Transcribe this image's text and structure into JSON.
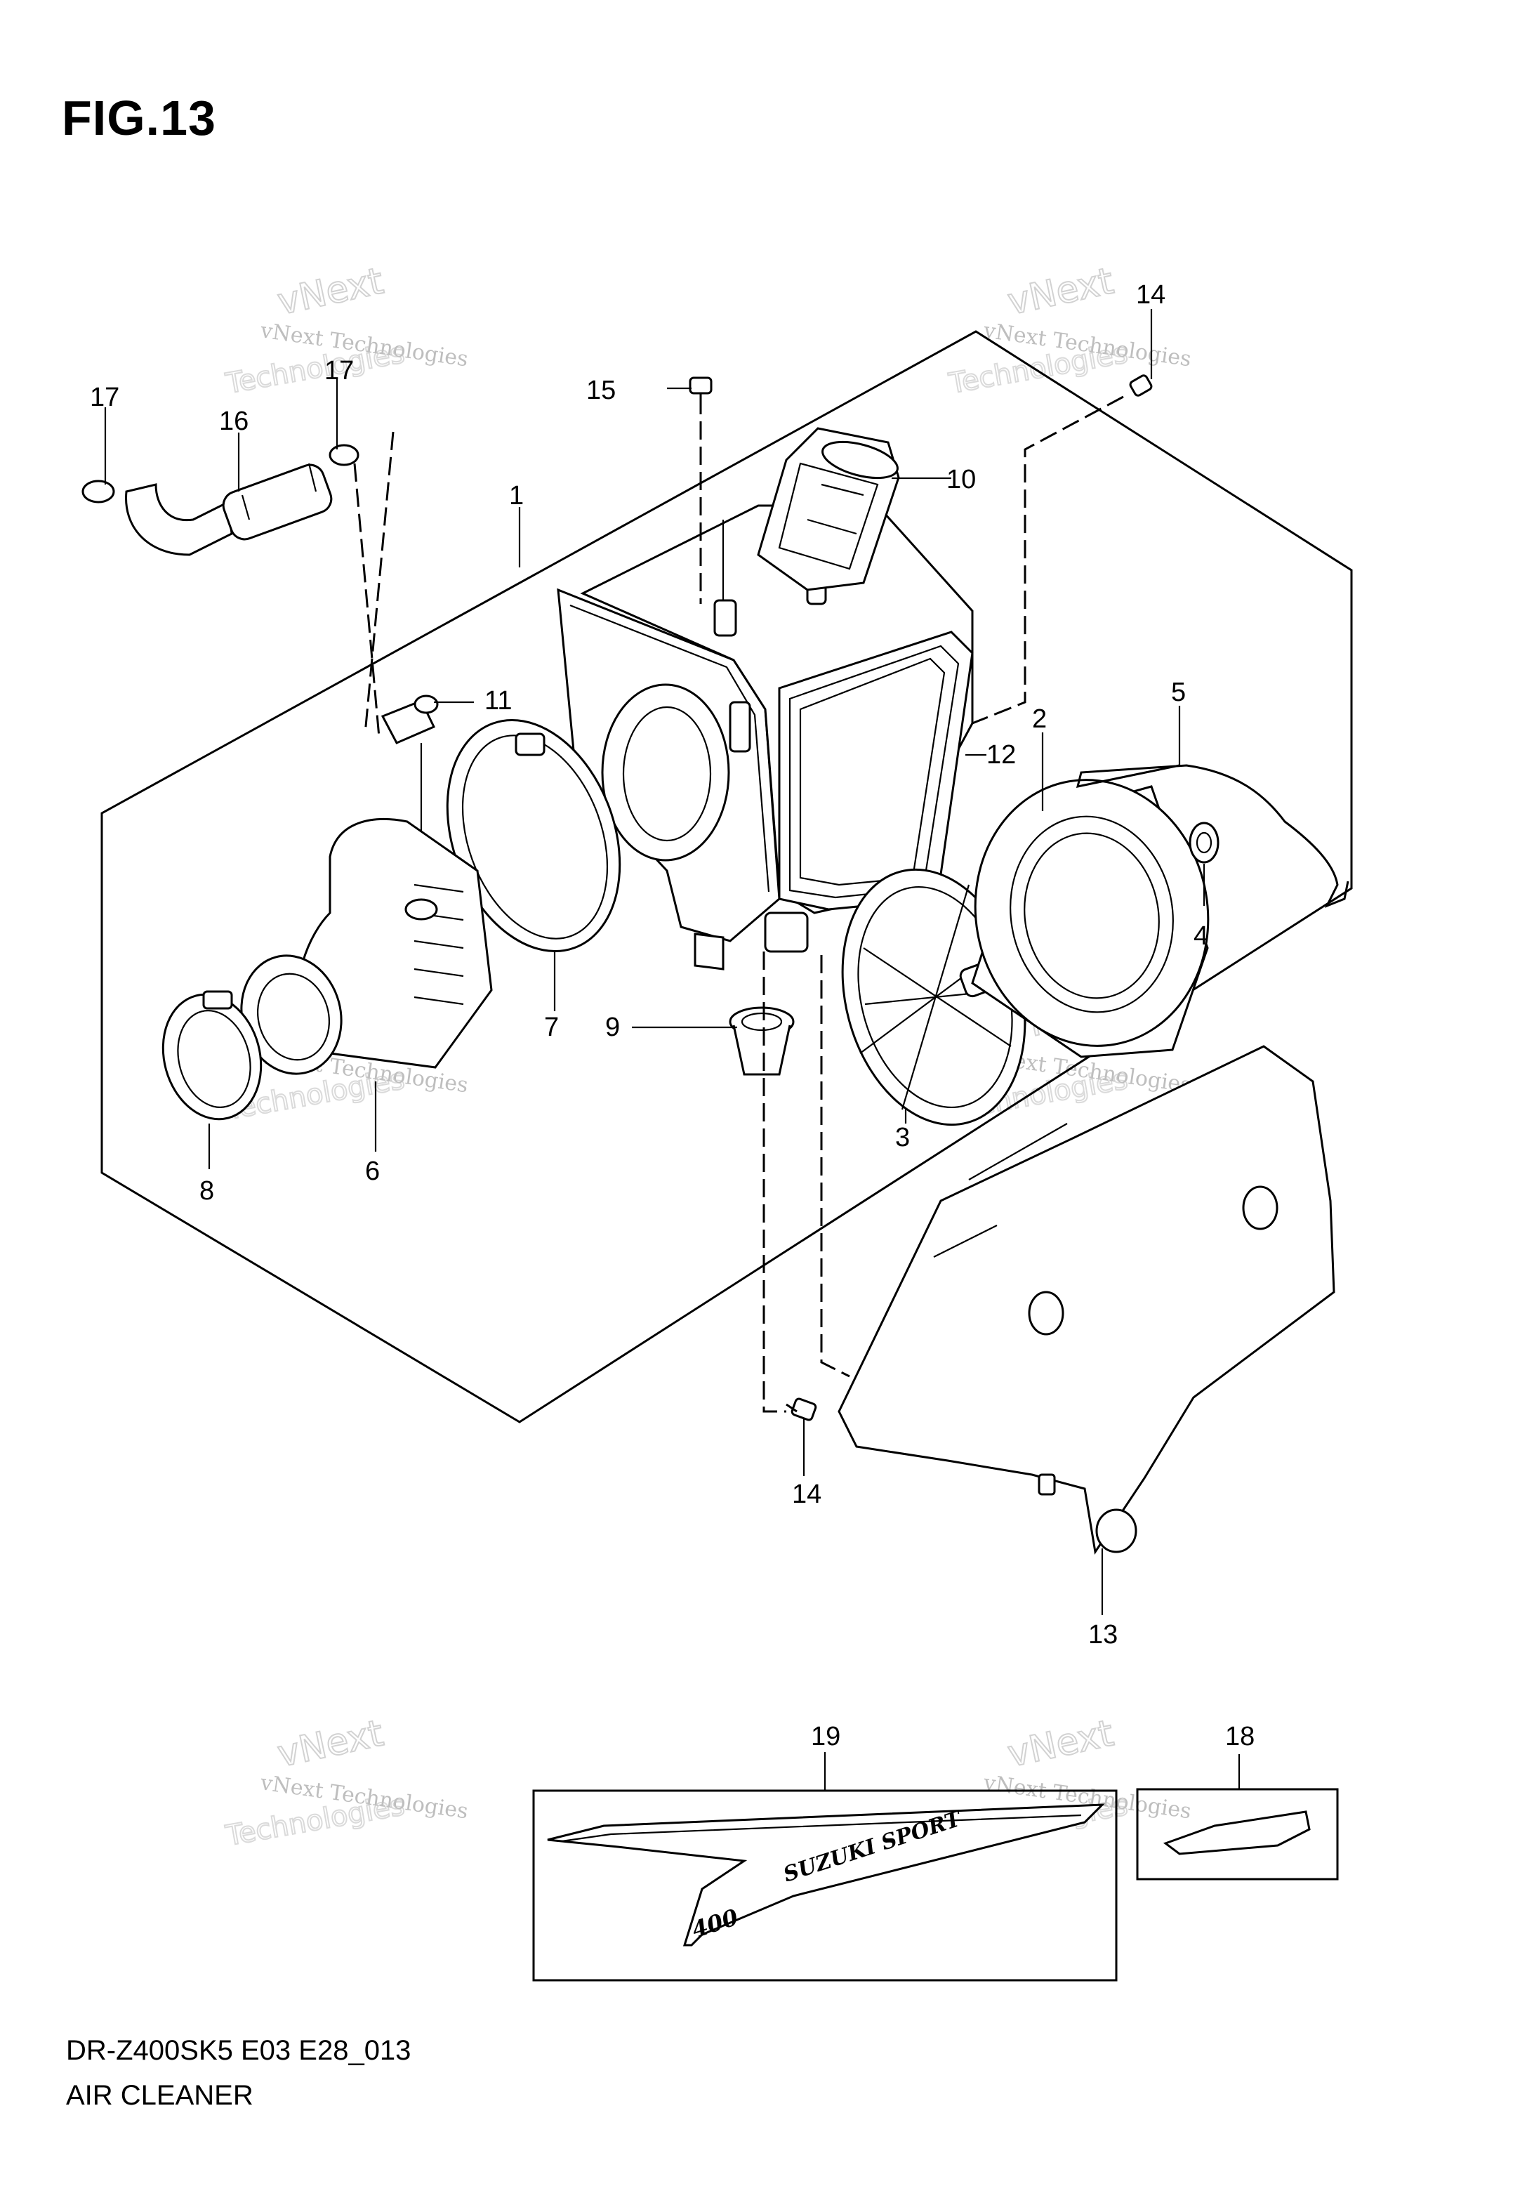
{
  "figure": {
    "title": "FIG.13"
  },
  "footer": {
    "model_code": "DR-Z400SK5 E03 E28_013",
    "section_name": "AIR CLEANER"
  },
  "watermark": {
    "line1": "vNext Technologies",
    "line2": "vNext",
    "line3": "Technologies"
  },
  "decal": {
    "text": "SUZUKI SPORT",
    "text2": "400"
  },
  "callouts": {
    "c1": "1",
    "c2": "2",
    "c3": "3",
    "c4": "4",
    "c5": "5",
    "c6": "6",
    "c7": "7",
    "c8": "8",
    "c9": "9",
    "c10": "10",
    "c11": "11",
    "c12": "12",
    "c13": "13",
    "c14a": "14",
    "c14b": "14",
    "c15": "15",
    "c16": "16",
    "c17a": "17",
    "c17b": "17",
    "c18": "18",
    "c19": "19"
  }
}
